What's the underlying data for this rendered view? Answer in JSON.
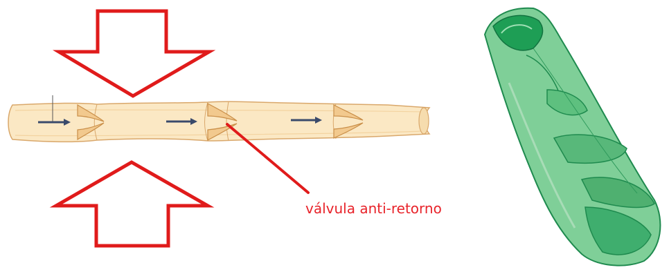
{
  "annotation": {
    "valve_label": "válvula anti-retorno"
  },
  "colors": {
    "arrow_red": "#e01b1b",
    "label_red": "#e8232a",
    "vein_fill": "#fbe8c4",
    "vein_edge": "#d9a76a",
    "flow_arrow": "#3a4a6b",
    "green_vessel": "#3fae6e",
    "green_dark": "#1e8a4e",
    "green_light": "#a8dcb7"
  },
  "icons": {
    "top_pressure": "down-arrow-outline",
    "bottom_pressure": "up-arrow-outline",
    "flow": "right-arrow"
  }
}
